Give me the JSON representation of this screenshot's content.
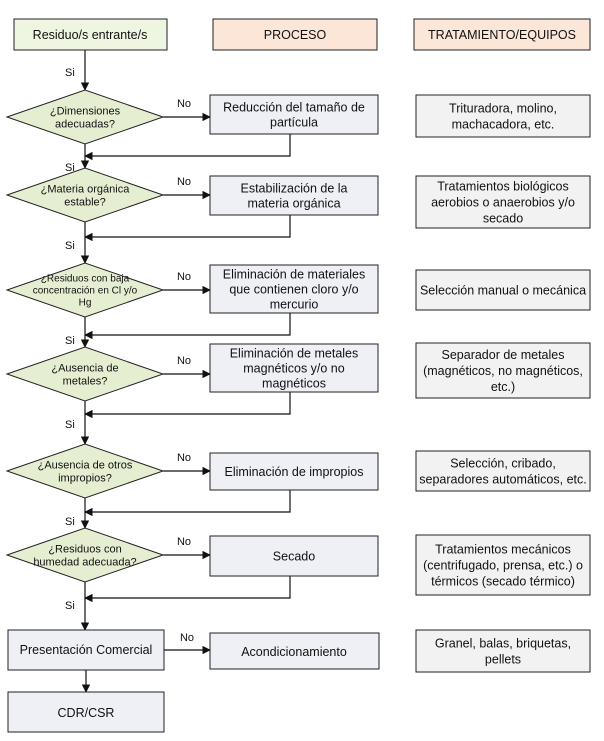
{
  "headers": {
    "input": "Residuo/s entrante/s",
    "process": "PROCESO",
    "equipment": "TRATAMIENTO/EQUIPOS"
  },
  "yes_label": "Si",
  "no_label": "No",
  "rows": [
    {
      "question": [
        "¿Dimensiones",
        "adecuadas?"
      ],
      "process": [
        "Reducción del tamaño de",
        "partícula"
      ],
      "equipment": [
        "Trituradora, molino,",
        "machacadora, etc."
      ]
    },
    {
      "question": [
        "¿Materia orgánica",
        "estable?"
      ],
      "process": [
        "Estabilización de la",
        "materia orgánica"
      ],
      "equipment": [
        "Tratamientos biológicos",
        "aerobios o anaerobios y/o",
        "secado"
      ]
    },
    {
      "question": [
        "¿Residuos con baja",
        "concentración en Cl y/o",
        "Hg"
      ],
      "process": [
        "Eliminación de materiales",
        "que contienen cloro y/o",
        "mercurio"
      ],
      "equipment": [
        "Selección manual o mecánica"
      ]
    },
    {
      "question": [
        "¿Ausencia de",
        "metales?"
      ],
      "process": [
        "Eliminación de metales",
        "magnéticos y/o no",
        "magnéticos"
      ],
      "equipment": [
        "Separador de metales",
        "(magnéticos, no magnéticos,",
        "etc.)"
      ]
    },
    {
      "question": [
        "¿Ausencia de otros",
        "impropios?"
      ],
      "process": [
        "Eliminación de impropios"
      ],
      "equipment": [
        "Selección, cribado,",
        "separadores automáticos, etc."
      ]
    },
    {
      "question": [
        "¿Residuos con",
        "humedad adecuada?"
      ],
      "process": [
        "Secado"
      ],
      "equipment": [
        "Tratamientos mecánicos",
        "(centrifugado, prensa, etc.) o",
        "térmicos (secado térmico)"
      ]
    }
  ],
  "final": {
    "presentation": "Presentación Comercial",
    "process": "Acondicionamiento",
    "equipment": [
      "Granel, balas, briquetas,",
      "pellets"
    ],
    "output": "CDR/CSR"
  }
}
